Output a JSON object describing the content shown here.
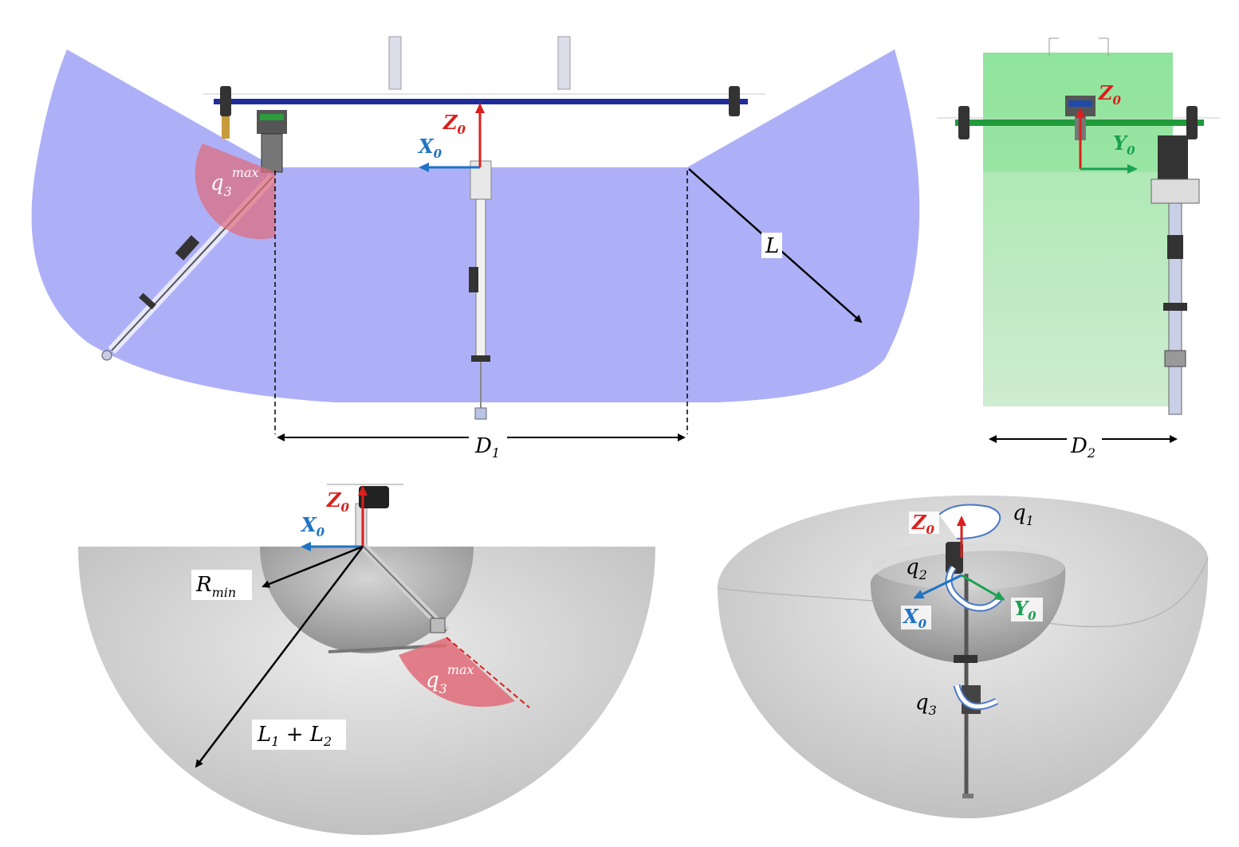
{
  "colors": {
    "workspace_blue": "#aeb0f7",
    "workspace_green": "#a8e3b0",
    "axis_z": "#d9201c",
    "axis_x": "#1f73c4",
    "axis_y": "#1aa152",
    "q3_sector": "#e06b78",
    "sphere_gray": "#c7c7c7"
  },
  "panel_front": {
    "axis_z": {
      "base": "Z",
      "sub": "0"
    },
    "axis_x": {
      "base": "X",
      "sub": "0"
    },
    "angle_label": {
      "base": "q",
      "sub": "3",
      "sup": "max"
    },
    "reach_label": "L",
    "width_label": {
      "base": "D",
      "sub": "1"
    }
  },
  "panel_side": {
    "axis_z": {
      "base": "Z",
      "sub": "0"
    },
    "axis_y": {
      "base": "Y",
      "sub": "0"
    },
    "width_label": {
      "base": "D",
      "sub": "2"
    }
  },
  "panel_section": {
    "axis_z": {
      "base": "Z",
      "sub": "0"
    },
    "axis_x": {
      "base": "X",
      "sub": "0"
    },
    "rmin_label": {
      "base": "R",
      "sub": "min"
    },
    "reach_label": {
      "a": "L",
      "a_sub": "1",
      "op": " + ",
      "b": "L",
      "b_sub": "2"
    },
    "angle_label": {
      "base": "q",
      "sub": "3",
      "sup": "max"
    }
  },
  "panel_iso": {
    "axis_z": {
      "base": "Z",
      "sub": "0"
    },
    "axis_x": {
      "base": "X",
      "sub": "0"
    },
    "axis_y": {
      "base": "Y",
      "sub": "0"
    },
    "joint1": {
      "base": "q",
      "sub": "1"
    },
    "joint2": {
      "base": "q",
      "sub": "2"
    },
    "joint3": {
      "base": "q",
      "sub": "3"
    }
  }
}
